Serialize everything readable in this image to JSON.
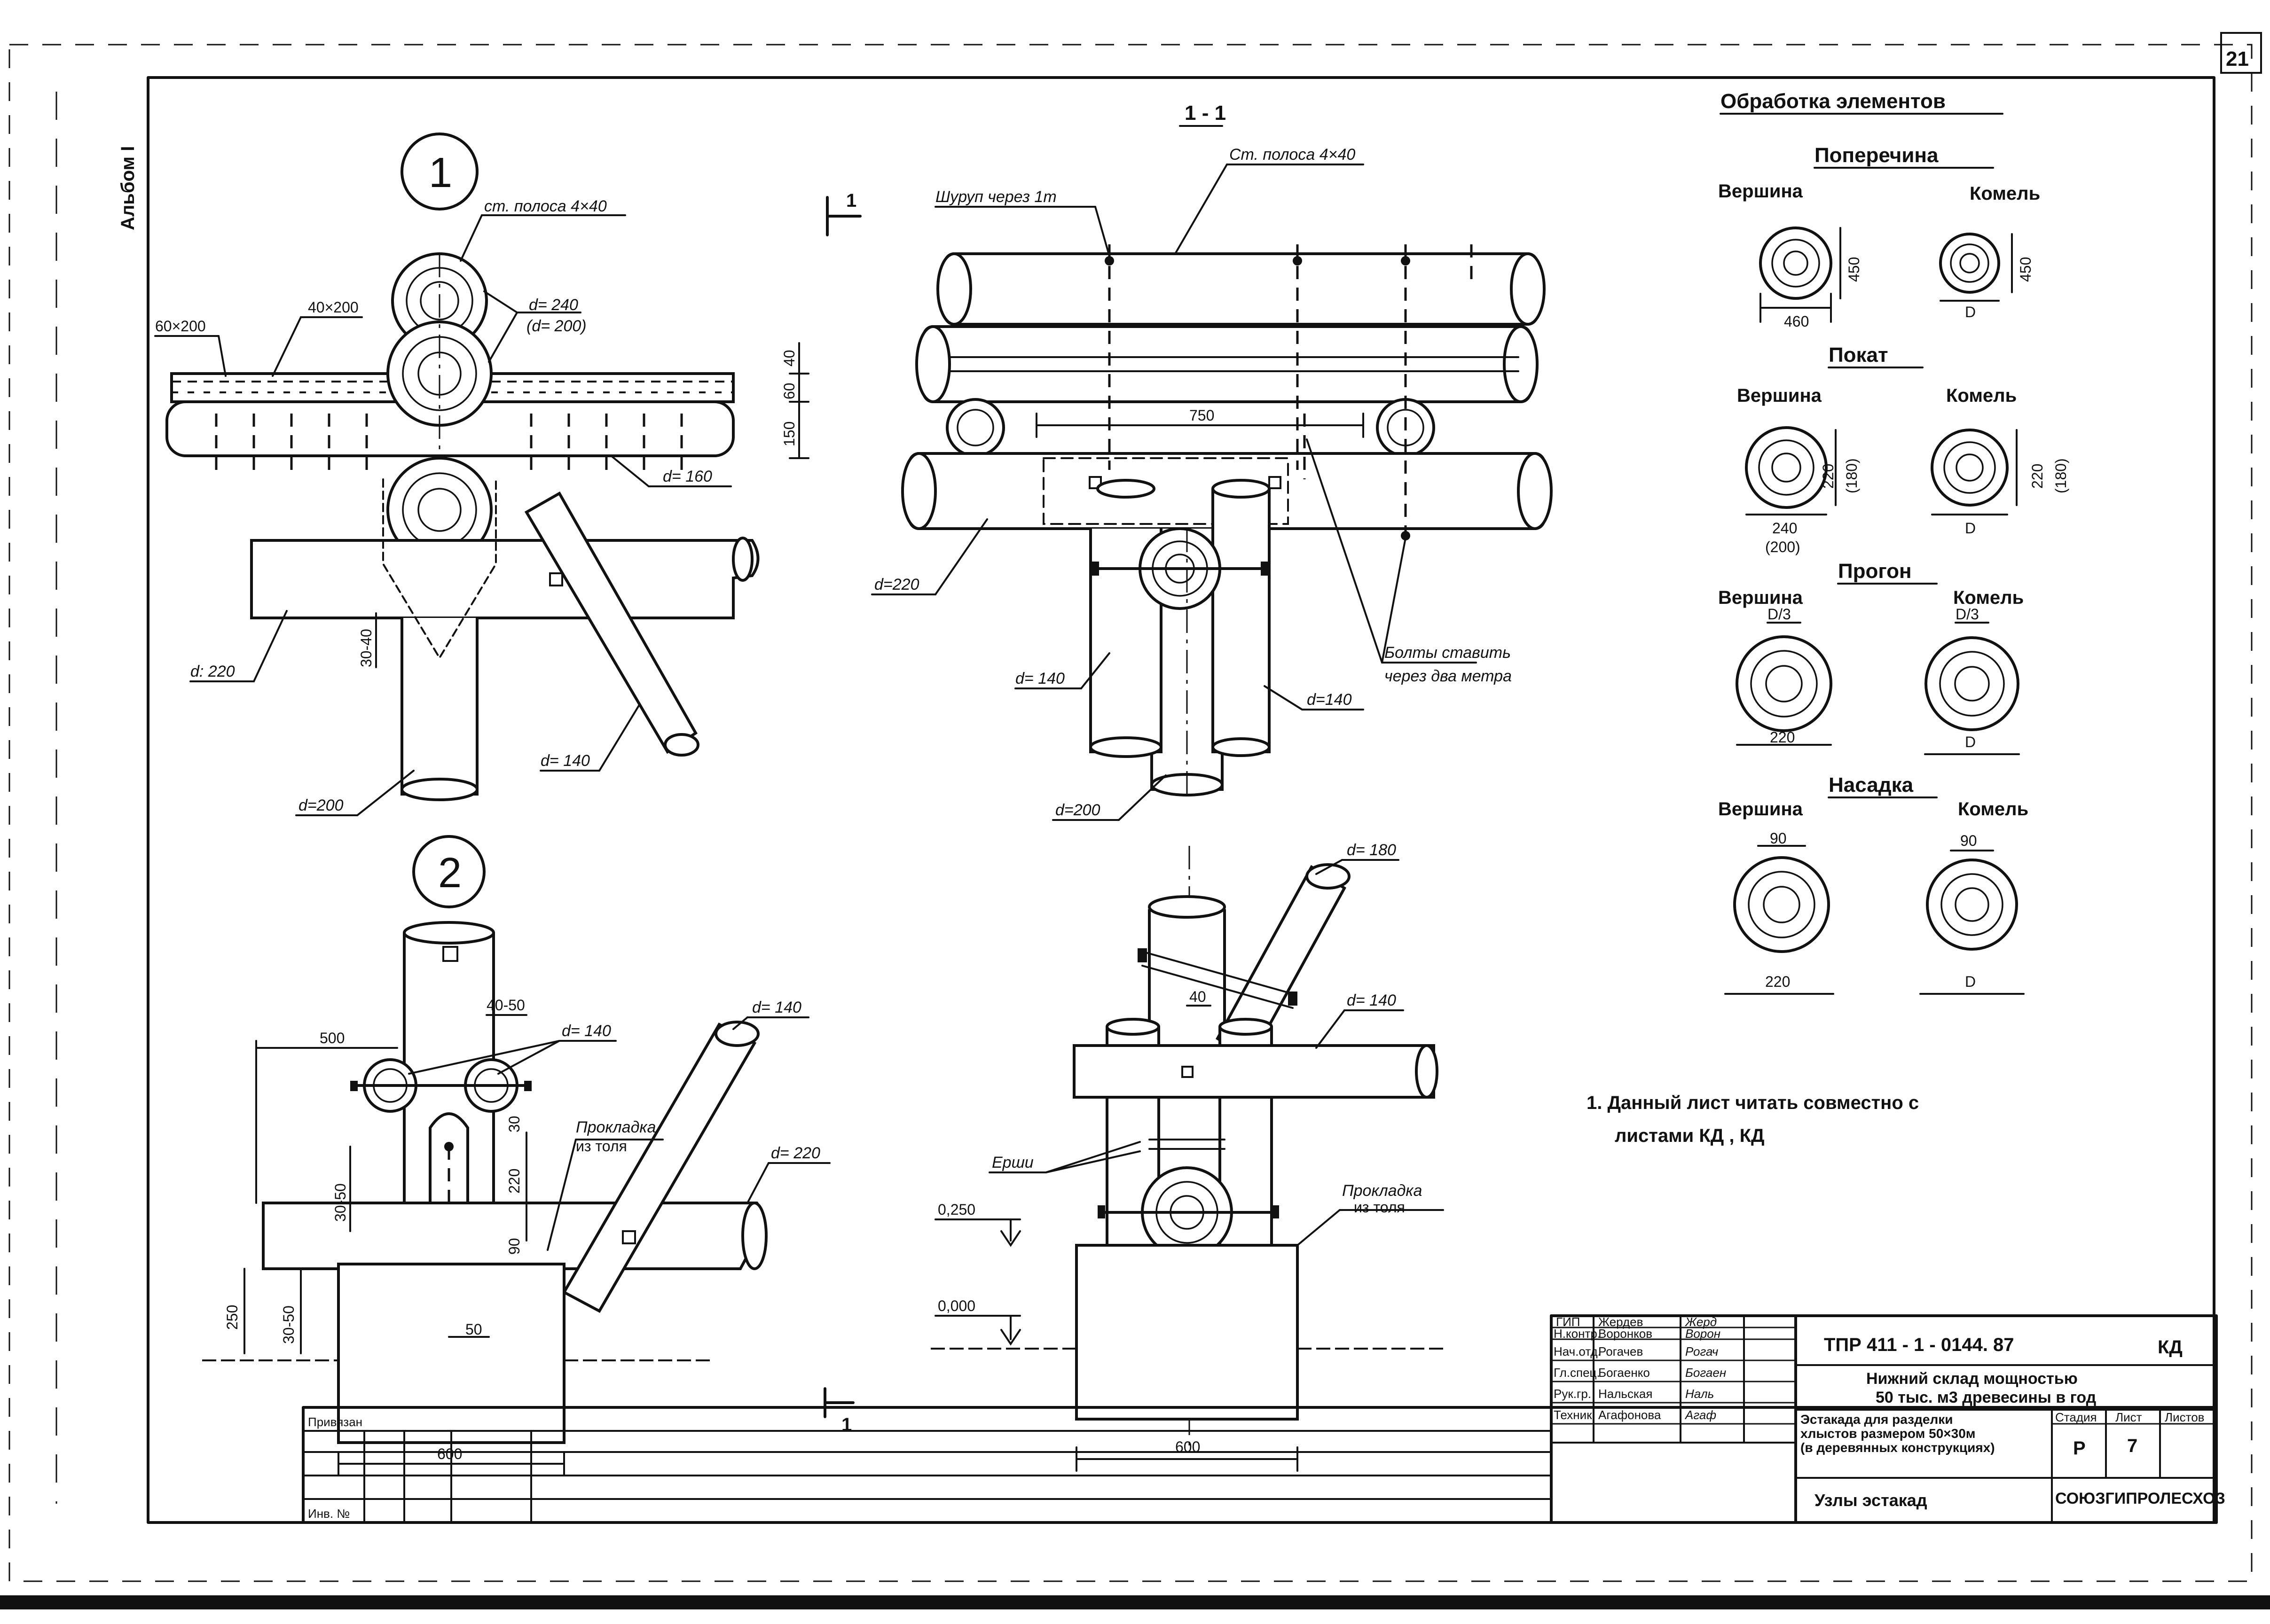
{
  "sheet": {
    "album": "Альбом I",
    "page_number": "21"
  },
  "processing": {
    "title": "Обработка элементов",
    "crossbar": {
      "title": "Поперечина",
      "top": "Вершина",
      "butt": "Комель",
      "dim_top_w": "460",
      "dim_top_h": "450",
      "dim_butt_w": "D",
      "dim_butt_h": "450"
    },
    "roll": {
      "title": "Покат",
      "top": "Вершина",
      "butt": "Комель",
      "dim_top_w": "240",
      "dim_top_w2": "(200)",
      "dim_top_h": "220",
      "dim_top_h2": "(180)",
      "dim_butt_w": "D",
      "dim_butt_h": "220",
      "dim_butt_h2": "(180)"
    },
    "purlin": {
      "title": "Прогон",
      "top": "Вершина",
      "butt": "Комель",
      "dim_top_cut": "D/3",
      "dim_top_w": "220",
      "dim_butt_cut": "D/3",
      "dim_butt_w": "D"
    },
    "cap": {
      "title": "Насадка",
      "top": "Вершина",
      "butt": "Комель",
      "dim_top_cut": "90",
      "dim_top_w": "220",
      "dim_butt_cut": "90",
      "dim_butt_w": "D"
    }
  },
  "node1": {
    "marker": "1",
    "strip": "ст. полоса 4×40",
    "d240": "d= 240",
    "d200p": "(d= 200)",
    "b60x200": "60×200",
    "b40x200": "40×200",
    "d160": "d= 160",
    "d220": "d: 220",
    "d140": "d= 140",
    "d200": "d=200",
    "gap": "30-40",
    "v40": "40",
    "v60": "60",
    "v150": "150",
    "sec_mark": "1"
  },
  "section11": {
    "title": "1 - 1",
    "strip": "Ст. полоса 4×40",
    "screw": "Шуруп через 1m",
    "span": "750",
    "d220": "d=220",
    "d140l": "d= 140",
    "d140r": "d=140",
    "d200": "d=200",
    "bolts1": "Болты ставить",
    "bolts2": "через два метра"
  },
  "node2": {
    "marker": "2",
    "d140a": "d= 140",
    "d140b": "d= 140",
    "d220": "d= 220",
    "w500": "500",
    "w4050": "40-50",
    "pad1": "Прокладка",
    "pad2": "из толя",
    "h3050": "30-50",
    "h220": "220",
    "h30": "30",
    "h90": "90",
    "h250": "250",
    "h3050b": "30-50",
    "w50": "50",
    "w600": "600",
    "sec_mark": "1"
  },
  "node3": {
    "d180": "d= 180",
    "d140": "d= 140",
    "w40": "40",
    "ruff": "Ерши",
    "pad1": "Прокладка",
    "pad2": "из толя",
    "lvl1": "0,250",
    "lvl0": "0,000",
    "w600": "600"
  },
  "note": {
    "line1": "1. Данный лист читать совместно с",
    "line2": "листами   КД       , КД"
  },
  "stamp": {
    "doc_code": "ТПР 411 - 1 - 0144. 87",
    "mark": "КД",
    "roles": [
      "ГИП",
      "Н.контр.",
      "Нач.отд.",
      "Гл.спец.",
      "Рук.гр.",
      "Техник"
    ],
    "names": [
      "Жердев",
      "Воронков",
      "Рогачев",
      "Богаенко",
      "Нальская",
      "Агафонова"
    ],
    "signatures": [
      "Жерд",
      "Ворон",
      "Рогач",
      "Богаен",
      "Наль",
      "Агаф"
    ],
    "project1": "Нижний склад мощностью",
    "project2": "50 тыс. м3 древесины в год",
    "desc1": "Эстакада для разделки",
    "desc2": "хлыстов размером 50×30м",
    "desc3": "(в деревянных конструкциях)",
    "stage_h": "Стадия",
    "sheet_h": "Лист",
    "sheets_h": "Листов",
    "stage": "Р",
    "sheet": "7",
    "sheets": "",
    "drawing_title": "Узлы эстакад",
    "org": "СОЮЗГИПРОЛЕСХОЗ",
    "binding": "Привязан",
    "inv": "Инв. №"
  }
}
